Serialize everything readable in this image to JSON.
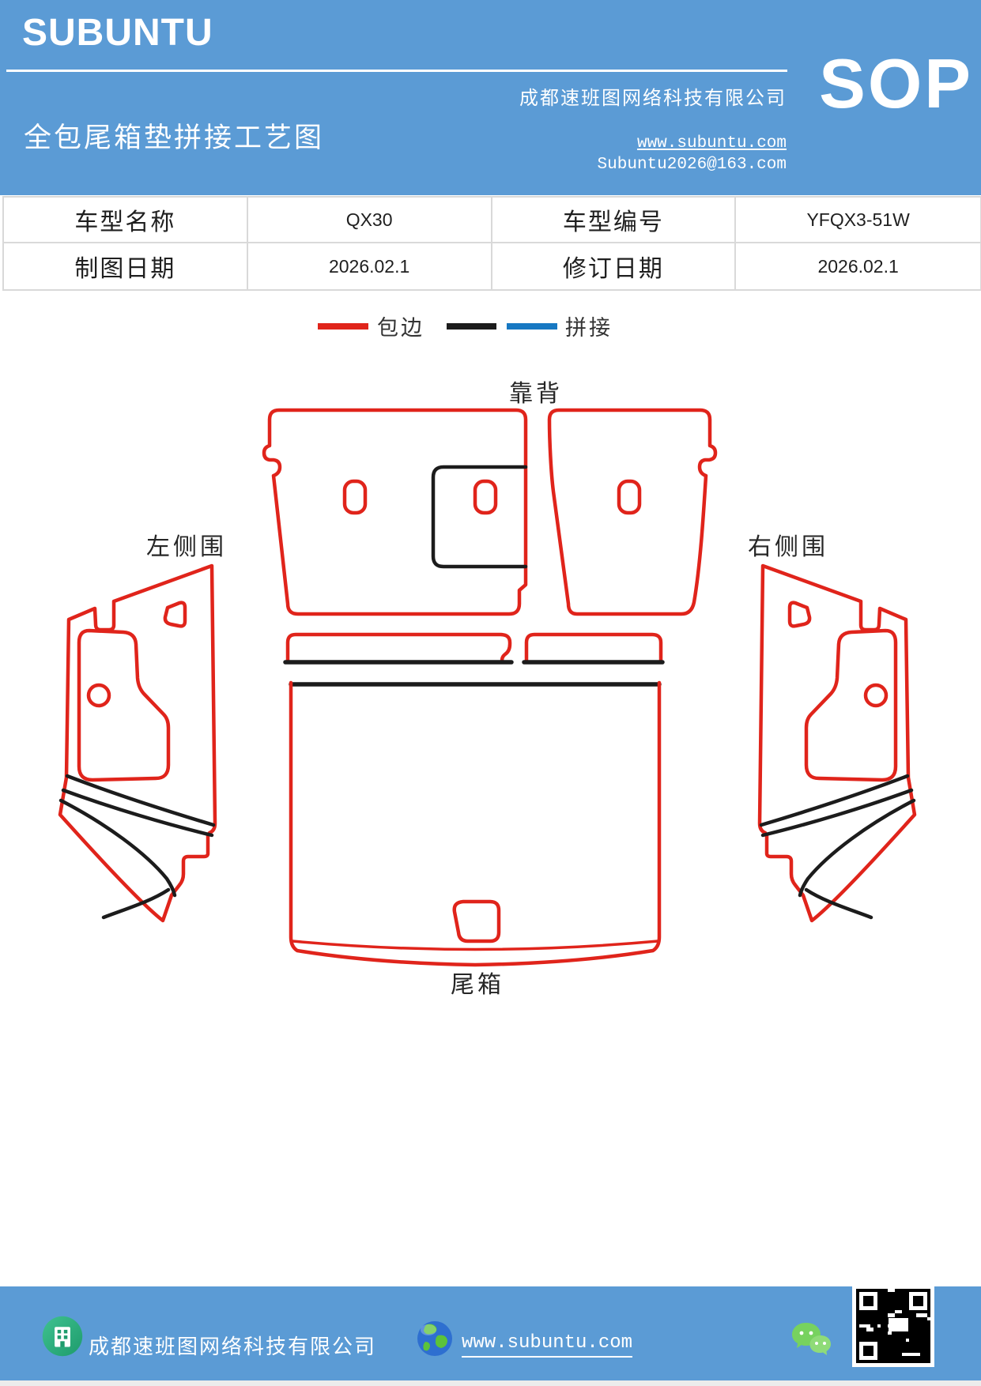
{
  "colors": {
    "header_blue": "#5B9BD5",
    "edge_red": "#E0241B",
    "stitch_black": "#1C1C1C",
    "stitch_blue": "#1778C2"
  },
  "header": {
    "brand": "SUBUNTU",
    "company": "成都速班图网络科技有限公司",
    "title": "全包尾箱垫拼接工艺图",
    "website": "www.subuntu.com",
    "email": "Subuntu2026@163.com",
    "badge": "SOP"
  },
  "info_table": {
    "row1": {
      "c1": "车型名称",
      "c2": "QX30",
      "c3": "车型编号",
      "c4": "YFQX3-51W"
    },
    "row2": {
      "c1": "制图日期",
      "c2": "2026.02.1",
      "c3": "修订日期",
      "c4": "2026.02.1"
    }
  },
  "legend": {
    "binding": "包边",
    "stitching": "拼接"
  },
  "diagram": {
    "backrest": "靠背",
    "left_panel": "左侧围",
    "right_panel": "右侧围",
    "trunk": "尾箱"
  },
  "footer": {
    "company": "成都速班图网络科技有限公司",
    "website": "www.subuntu.com"
  }
}
